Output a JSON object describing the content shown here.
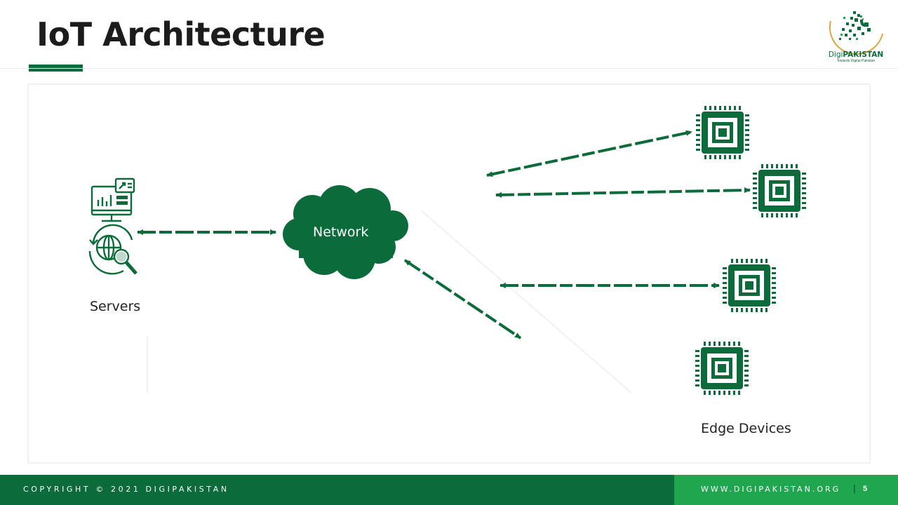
{
  "slide": {
    "title": "IoT Architecture"
  },
  "logo": {
    "brand_prefix": "Digi",
    "brand_suffix": "PAKISTAN",
    "tagline": "Towards Digital Pakistan"
  },
  "diagram": {
    "servers_label": "Servers",
    "network_label": "Network",
    "edge_label": "Edge Devices",
    "icons": [
      "server-dashboard-icon",
      "globe-search-icon",
      "cloud-icon",
      "chip-icon"
    ]
  },
  "footer": {
    "copyright": "COPYRIGHT © 2021 DIGIPAKISTAN",
    "website": "WWW.DIGIPAKISTAN.ORG",
    "separator": "|",
    "page_number": "5"
  },
  "colors": {
    "brand_green": "#0b6b3a",
    "accent_green": "#1fa64f"
  }
}
